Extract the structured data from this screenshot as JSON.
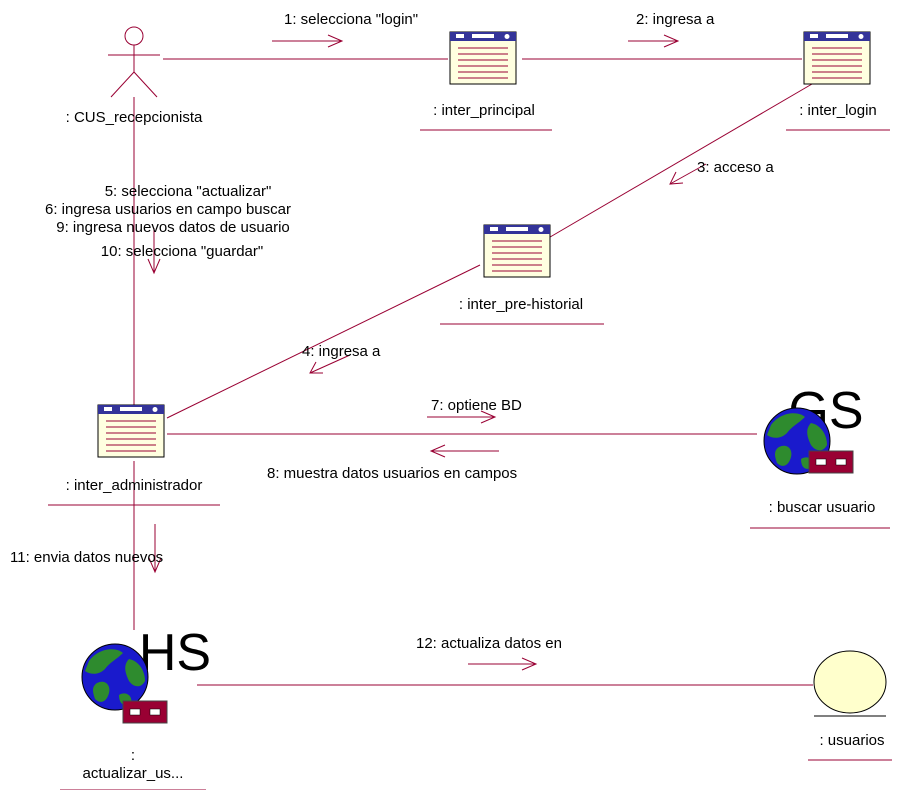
{
  "colors": {
    "line": "#990033",
    "window_fill": "#ffffe0",
    "window_title": "#333399",
    "globe_water": "#1a1acc",
    "globe_land": "#2e8b2e",
    "entity_fill": "#ffffcc",
    "device_fill": "#990033"
  },
  "actor": {
    "label": ": CUS_recepcionista"
  },
  "objects": {
    "inter_principal": ": inter_principal",
    "inter_login": ": inter_login",
    "inter_pre_historial": ": inter_pre-historial",
    "inter_administrador": ": inter_administrador",
    "buscar_usuario": ": buscar usuario",
    "buscar_usuario_badge": "GS",
    "actualizar_colon": ":",
    "actualizar_us": "actualizar_us...",
    "actualizar_badge": "HS",
    "usuarios": ": usuarios"
  },
  "messages": {
    "m1": "1: selecciona \"login\"",
    "m2": "2: ingresa a",
    "m3": "3: acceso a",
    "m4": "4: ingresa a",
    "m5": "5: selecciona \"actualizar\"",
    "m6": "6: ingresa usuarios en campo buscar",
    "m9": "9: ingresa nuevos datos de usuario",
    "m10": "10: selecciona \"guardar\"",
    "m7": "7: optiene BD",
    "m8": "8: muestra datos usuarios en campos",
    "m11": "11: envia datos nuevos",
    "m12": "12: actualiza datos en"
  }
}
